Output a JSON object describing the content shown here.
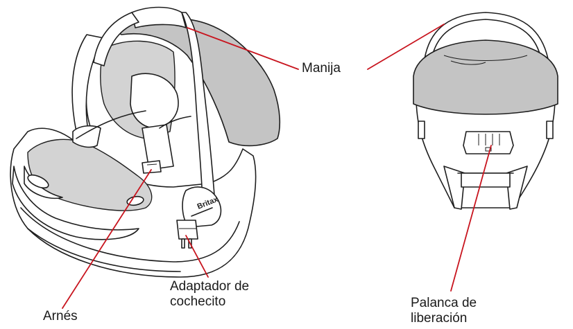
{
  "labels": {
    "manija": "Manija",
    "adaptador_line1": "Adaptador de",
    "adaptador_line2": "cochecito",
    "arnes": "Arnés",
    "palanca_line1": "Palanca de",
    "palanca_line2": "liberación"
  },
  "brand": "Britax",
  "colors": {
    "outline": "#1e1e1e",
    "canopy": "#c4c4c4",
    "seat_shade": "#d0d0d0",
    "leader": "#c8141e"
  }
}
